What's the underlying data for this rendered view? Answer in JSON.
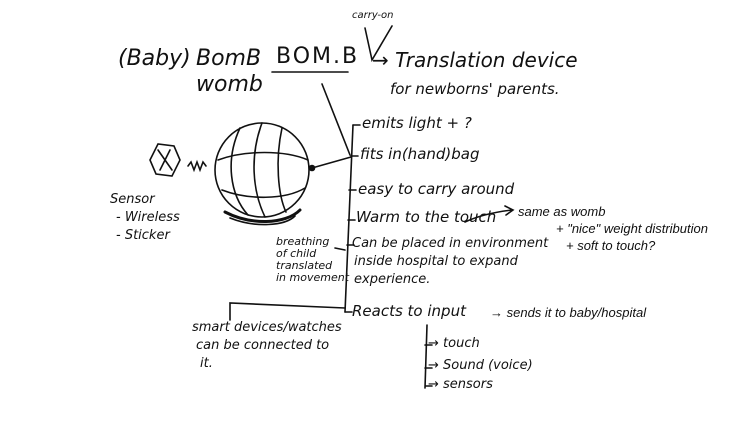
{
  "title": {
    "baby": "(Baby)",
    "bomb": "BomB",
    "womb": "womb",
    "bom_b": "BOM.B"
  },
  "carry_on": "carry-on",
  "translation": {
    "line1": "→ Translation device",
    "line2": "for newborns' parents."
  },
  "features": [
    "emits light + ?",
    "fits in(hand)bag",
    "easy to carry around",
    "Warm to the touch",
    "Can be placed in environment",
    "inside hospital to expand",
    "experience."
  ],
  "warm_notes": [
    "same as womb",
    "+ \"nice\" weight distribution",
    "+ soft to touch?"
  ],
  "breathing_note": [
    "breathing",
    "of child",
    "translated",
    "in movement"
  ],
  "reacts": {
    "label": "Reacts to input",
    "sends": "→ sends it to baby/hospital",
    "inputs": [
      "→ touch",
      "→ Sound (voice)",
      "→ sensors"
    ]
  },
  "smart_devices": [
    "smart devices/watches",
    "can be connected to",
    "it."
  ],
  "sensor": {
    "label": "Sensor",
    "items": [
      "- Wireless",
      "- Sticker"
    ]
  }
}
